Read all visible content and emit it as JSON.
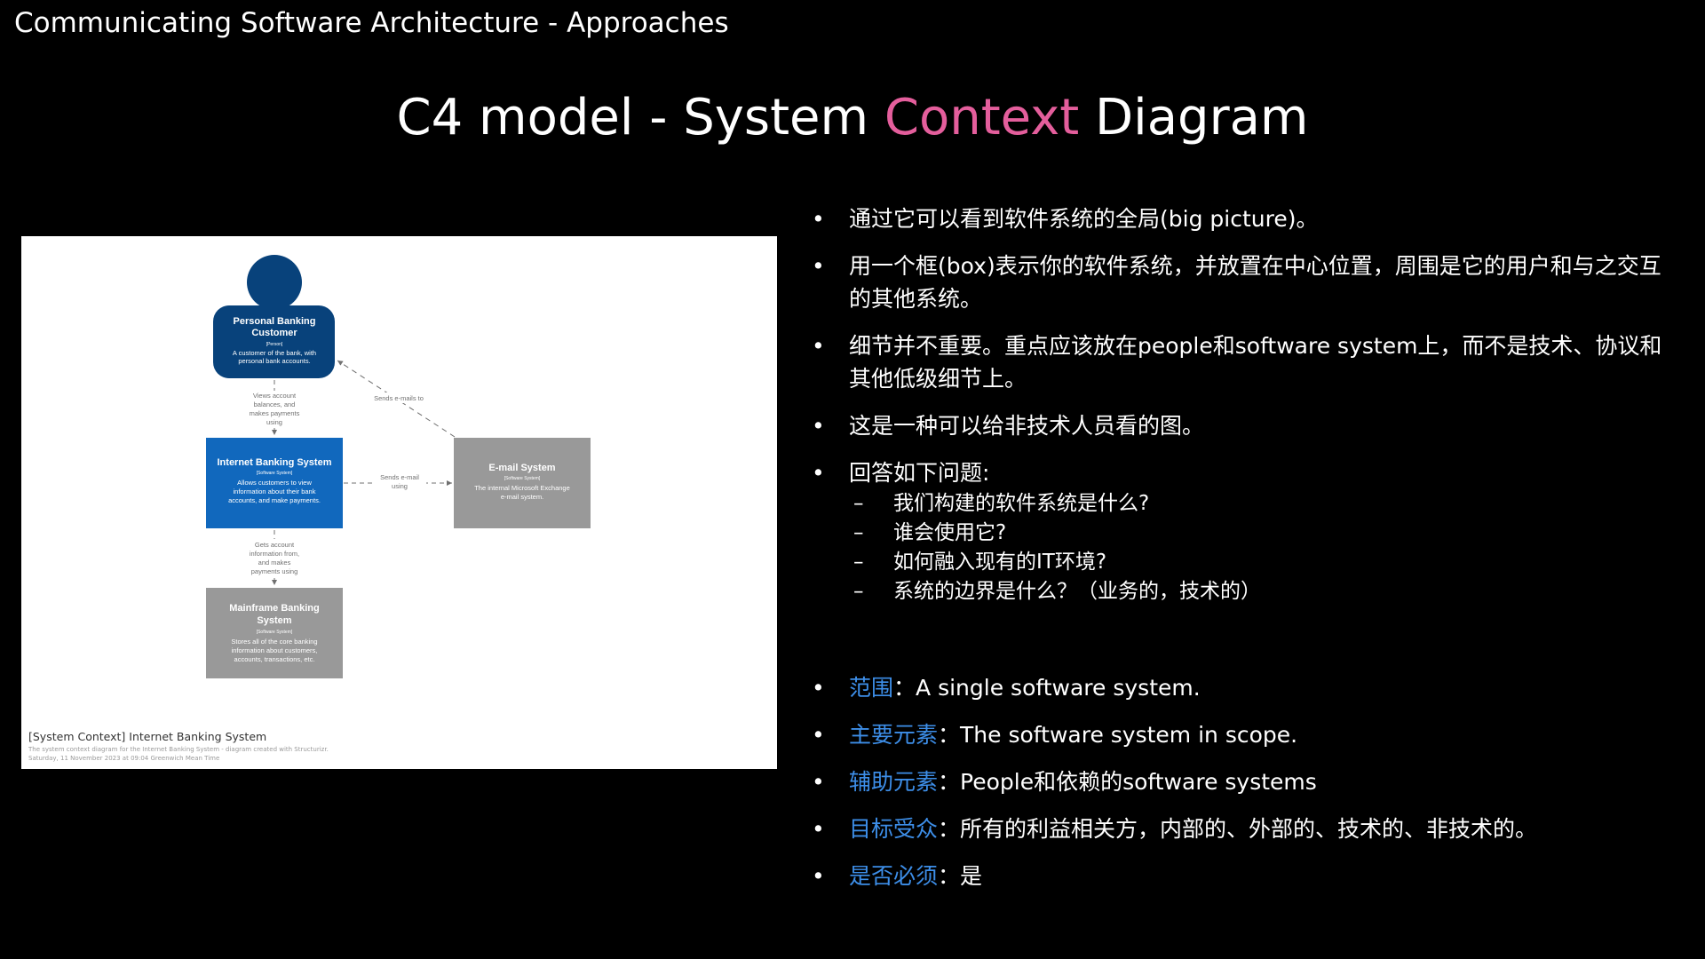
{
  "header": "Communicating Software Architecture - Approaches",
  "title": {
    "pre": "C4 model - System ",
    "accent": "Context",
    "post": " Diagram",
    "accent_color": "#e45e9c"
  },
  "bullets": [
    "通过它可以看到软件系统的全局(big picture)。",
    "用一个框(box)表示你的软件系统，并放置在中心位置，周围是它的用户和与之交互的其他系统。",
    "细节并不重要。重点应该放在people和software system上，而不是技术、协议和其他低级细节上。",
    "这是一种可以给非技术人员看的图。",
    "回答如下问题:"
  ],
  "questions": [
    "我们构建的软件系统是什么?",
    "谁会使用它?",
    "如何融入现有的IT环境?",
    "系统的边界是什么？（业务的，技术的）"
  ],
  "attributes": [
    {
      "key": "范围",
      "sep": "：",
      "value": "A single software system."
    },
    {
      "key": "主要元素",
      "sep": "：",
      "value": "The software system in scope."
    },
    {
      "key": "辅助元素",
      "sep": "：",
      "value": "People和依赖的software systems"
    },
    {
      "key": "目标受众",
      "sep": "：",
      "value": "所有的利益相关方，内部的、外部的、技术的、非技术的。"
    },
    {
      "key": "是否必须",
      "sep": "：",
      "value": "是"
    }
  ],
  "keyword_color": "#3d8ee8",
  "diagram": {
    "person": {
      "name1": "Personal Banking",
      "name2": "Customer",
      "type": "[Person]",
      "desc1": "A customer of the bank, with",
      "desc2": "personal bank accounts."
    },
    "ibs": {
      "name": "Internet Banking System",
      "type": "[Software System]",
      "desc1": "Allows customers to view",
      "desc2": "information about their bank",
      "desc3": "accounts, and make payments."
    },
    "email": {
      "name": "E-mail System",
      "type": "[Software System]",
      "desc1": "The internal Microsoft Exchange",
      "desc2": "e-mail system."
    },
    "mainframe": {
      "name1": "Mainframe Banking",
      "name2": "System",
      "type": "[Software System]",
      "desc1": "Stores all of the core banking",
      "desc2": "information about customers,",
      "desc3": "accounts, transactions, etc."
    },
    "rel_views": [
      "Views account",
      "balances, and",
      "makes payments",
      "using"
    ],
    "rel_sends_emails": "Sends e-mails to",
    "rel_sends_email_using": [
      "Sends e-mail",
      "using"
    ],
    "rel_gets": [
      "Gets account",
      "information from,",
      "and makes",
      "payments using"
    ],
    "footer_title": "[System Context] Internet Banking System",
    "footer_sub1": "The system context diagram for the Internet Banking System - diagram created with Structurizr.",
    "footer_sub2": "Saturday, 11 November 2023 at 09:04 Greenwich Mean Time",
    "colors": {
      "person": "#08427b",
      "ibs": "#1168bd",
      "external": "#999999"
    }
  }
}
